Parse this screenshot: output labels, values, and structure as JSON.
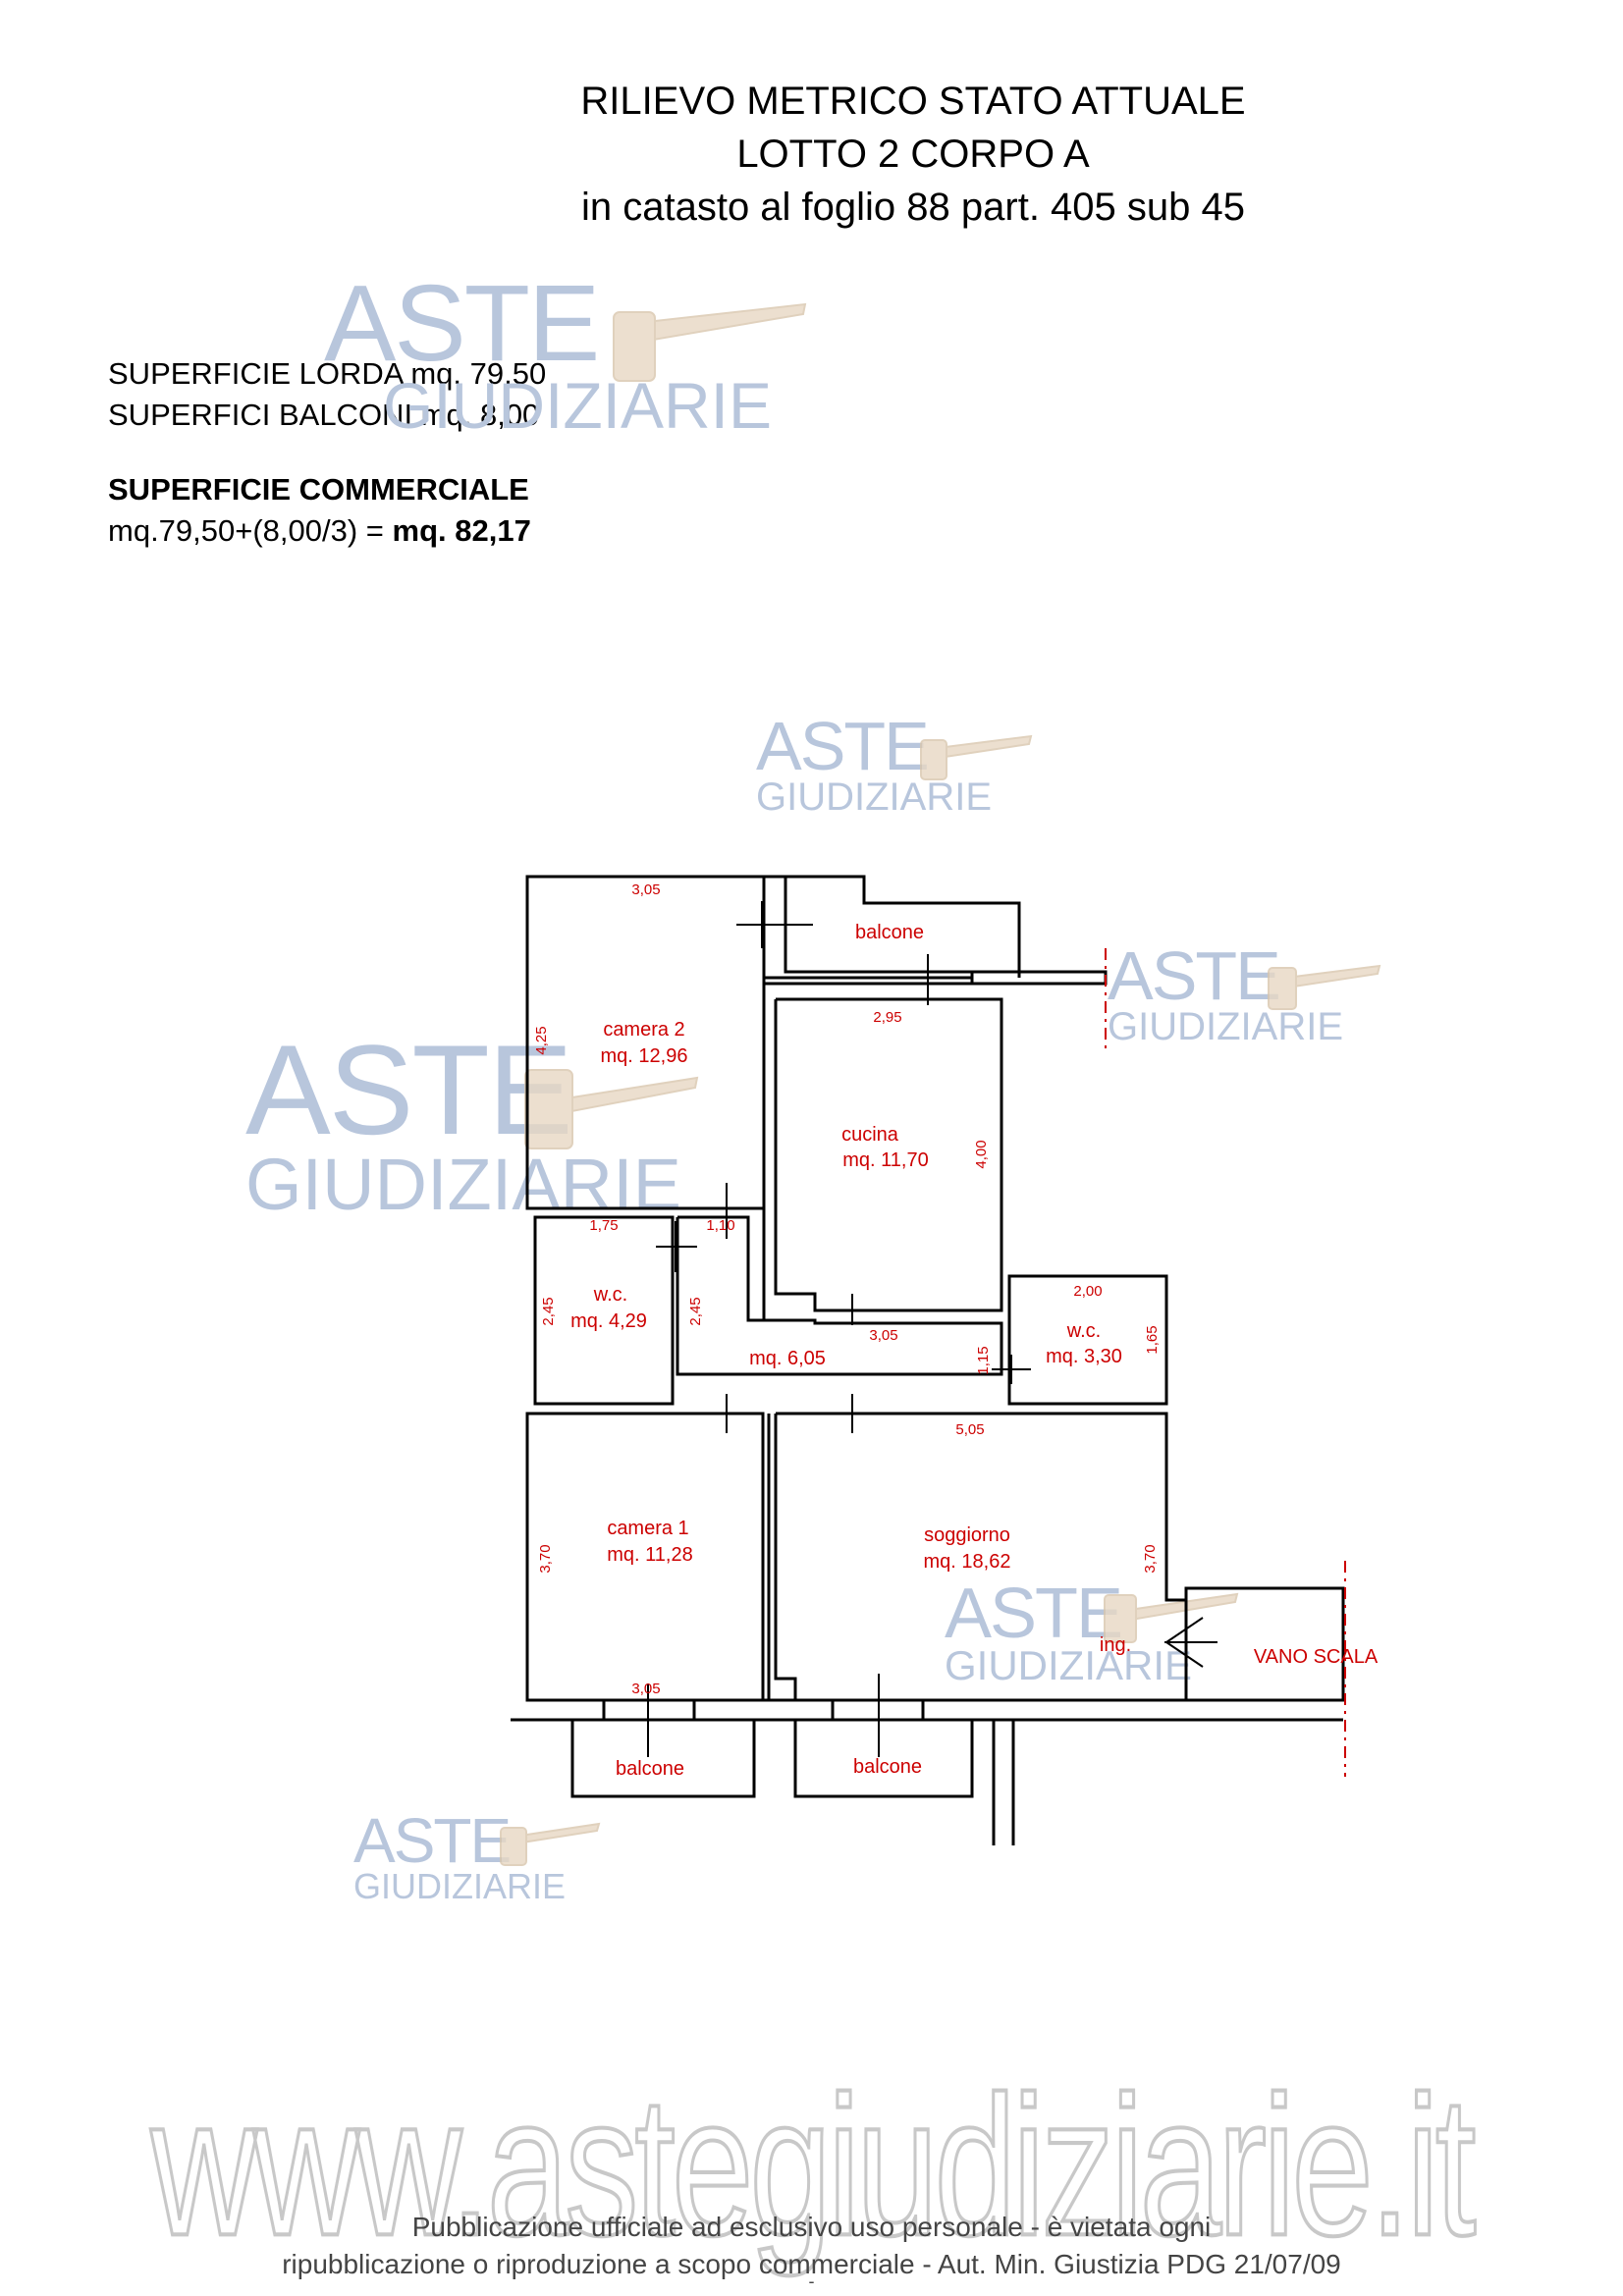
{
  "header": {
    "line1": "RILIEVO METRICO STATO ATTUALE",
    "line2": "LOTTO 2 CORPO A",
    "line3": "in catasto al foglio 88 part. 405 sub 45"
  },
  "surfaces": {
    "lorda": "SUPERFICIE LORDA mq. 79,50",
    "balconi": "SUPERFICI BALCONI mq. 8,00",
    "commerciale_title": "SUPERFICIE COMMERCIALE",
    "formula": "mq.79,50+(8,00/3) = ",
    "result": "mq. 82,17"
  },
  "rooms": {
    "balcone_top": "balcone",
    "camera2_name": "camera 2",
    "camera2_area": "mq. 12,96",
    "cucina_name": "cucina",
    "cucina_area": "mq. 11,70",
    "wc1_name": "w.c.",
    "wc1_area": "mq. 4,29",
    "disimpegno_area": "mq. 6,05",
    "wc2_name": "w.c.",
    "wc2_area": "mq. 3,30",
    "camera1_name": "camera 1",
    "camera1_area": "mq. 11,28",
    "soggiorno_name": "soggiorno",
    "soggiorno_area": "mq. 18,62",
    "balcone_left": "balcone",
    "balcone_mid": "balcone",
    "ingresso": "ing.",
    "vano_scala": "VANO SCALA"
  },
  "dimensions": {
    "d305_top": "3,05",
    "d425": "4,25",
    "d295": "2,95",
    "d400": "4,00",
    "d175": "1,75",
    "d110": "1,10",
    "d245a": "2,45",
    "d245b": "2,45",
    "d305_mid": "3,05",
    "d115": "1,15",
    "d200": "2,00",
    "d165": "1,65",
    "d505": "5,05",
    "d370a": "3,70",
    "d370b": "3,70",
    "d305_bottom": "3,05"
  },
  "watermark": {
    "aste": "ASTE",
    "giudiziarie": "GIUDIZIARIE",
    "url": "www.astegiudiziarie.it"
  },
  "footer": {
    "line1": "Pubblicazione ufficiale ad esclusivo uso personale - è vietata ogni",
    "line2": "ripubblicazione o riproduzione a scopo commerciale - Aut. Min. Giustizia PDG 21/07/09",
    "line3": "-"
  },
  "colors": {
    "labels": "#cc0000",
    "walls": "#000000",
    "watermark": "#b8c6dc"
  }
}
